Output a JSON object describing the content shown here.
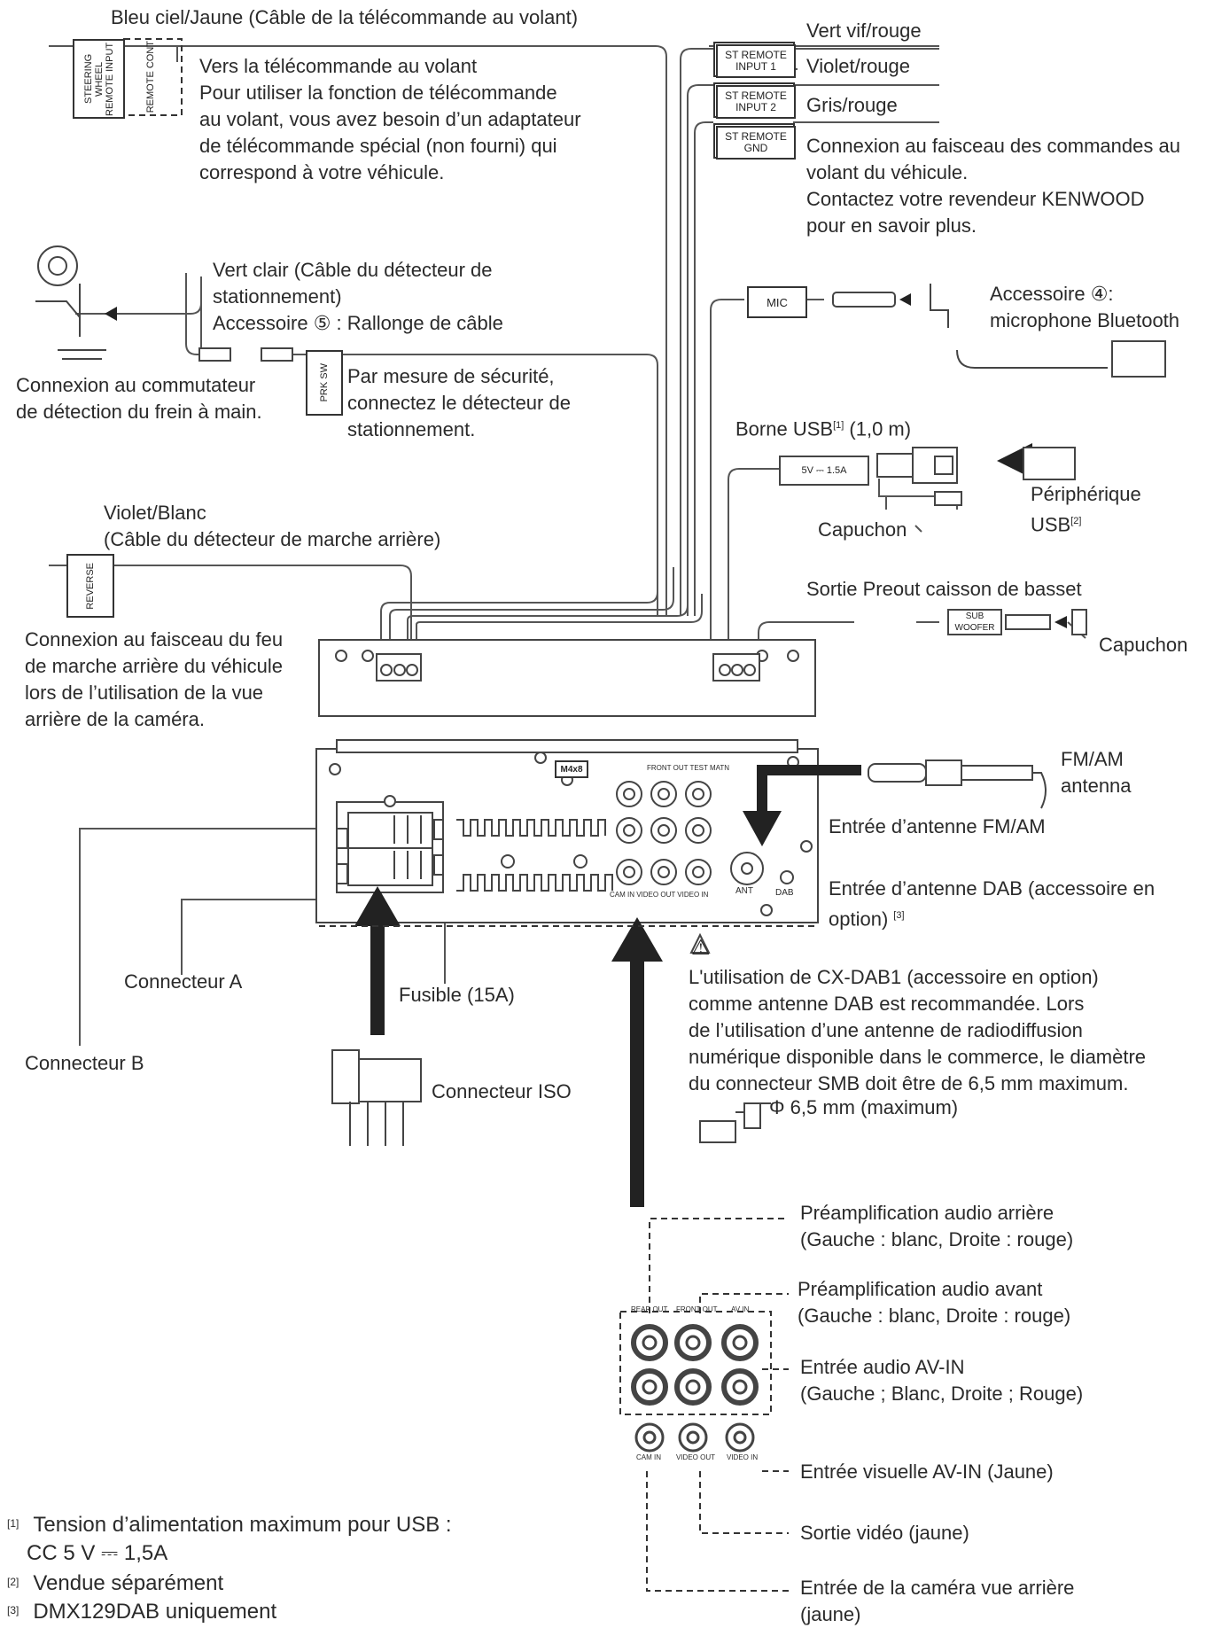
{
  "labels": {
    "steering_top": "Bleu ciel/Jaune (Câble de la télécommande au volant)",
    "steering_desc": [
      "Vers la télécommande au volant",
      "Pour utiliser la fonction de télécommande",
      "au volant, vous avez besoin d’un adaptateur",
      "de télécommande spécial (non fourni) qui",
      "correspond à votre véhicule."
    ],
    "steering_box": "STEERING WHEEL REMOTE INPUT",
    "remote_cont_box": "REMOTE CONT",
    "st_remote_1": "ST REMOTE INPUT 1",
    "st_remote_2": "ST REMOTE INPUT 2",
    "st_remote_gnd": "ST REMOTE GND",
    "color_1": "Vert vif/rouge",
    "color_2": "Violet/rouge",
    "color_3": "Gris/rouge",
    "harness_desc": [
      "Connexion au faisceau des commandes au",
      "volant du véhicule.",
      "Contactez votre revendeur KENWOOD",
      "pour en savoir plus."
    ],
    "parking_top": [
      "Vert clair (Câble du détecteur de",
      "stationnement)",
      "Accessoire ⑤ : Rallonge de câble"
    ],
    "prk_sw_box": "PRK SW",
    "parking_safety": [
      "Par mesure de sécurité,",
      "connectez le détecteur de",
      "stationnement."
    ],
    "brake_desc": [
      "Connexion au commutateur",
      "de détection du frein à main."
    ],
    "mic_box": "MIC",
    "mic_desc": [
      "Accessoire ④:",
      "microphone Bluetooth"
    ],
    "usb_label": "Borne USB",
    "usb_sup": "[1]",
    "usb_len": " (1,0 m)",
    "usb_box": "5V ⎓ 1.5A",
    "usb_device": [
      "Périphérique",
      "USB"
    ],
    "usb_device_sup": "[2]",
    "cap_1": "Capuchon",
    "reverse_top": [
      "Violet/Blanc",
      "(Câble du détecteur de marche arrière)"
    ],
    "reverse_box": "REVERSE",
    "reverse_desc": [
      "Connexion au faisceau du feu",
      "de marche arrière du véhicule",
      "lors de l’utilisation de la vue",
      "arrière de la caméra."
    ],
    "sub_label": "Sortie Preout caisson de basset",
    "sub_box": "SUB WOOFER",
    "cap_2": "Capuchon",
    "m4x8": "M4x8",
    "front_out_label": "FRONT OUT TEST MATN",
    "rca_bottom_labels": "CAM IN VIDEO OUT VIDEO IN",
    "ant_small": "ANT",
    "dab_small": "DAB",
    "fm_antenna": [
      "FM/AM",
      "antenna"
    ],
    "fm_input": "Entrée d’antenne FM/AM",
    "dab_input": [
      "Entrée d’antenne DAB (accessoire en",
      "option)"
    ],
    "dab_sup": "[3]",
    "connector_a": "Connecteur A",
    "connector_b": "Connecteur B",
    "fuse": "Fusible (15A)",
    "iso": "Connecteur ISO",
    "dab_note": [
      "L'utilisation de CX-DAB1 (accessoire en option)",
      "comme antenne DAB est recommandée. Lors",
      "de l’utilisation d’une antenne de radiodiffusion",
      "numérique disponible dans le commerce, le diamètre",
      "du connecteur SMB doit être de 6,5 mm maximum."
    ],
    "dab_diameter": "Φ 6,5 mm (maximum)",
    "rear_preamp": [
      "Préamplification audio arrière",
      "(Gauche : blanc, Droite : rouge)"
    ],
    "front_preamp": [
      "Préamplification audio avant",
      "(Gauche : blanc, Droite : rouge)"
    ],
    "av_in": [
      "Entrée audio AV-IN",
      "(Gauche ; Blanc, Droite ; Rouge)"
    ],
    "av_video": "Entrée visuelle AV-IN (Jaune)",
    "video_out": "Sortie vidéo (jaune)",
    "cam_in": [
      "Entrée de la caméra vue arrière",
      "(jaune)"
    ],
    "rca_top_labels": [
      "REAR OUT",
      "FRONT OUT",
      "AV IN"
    ],
    "rca_low_labels": [
      "CAM IN",
      "VIDEO OUT",
      "VIDEO IN"
    ]
  },
  "footnotes": [
    {
      "mark": "[1]",
      "lines": [
        "Tension d’alimentation maximum pour USB :",
        "CC 5 V ⎓ 1,5A"
      ]
    },
    {
      "mark": "[2]",
      "lines": [
        "Vendue séparément"
      ]
    },
    {
      "mark": "[3]",
      "lines": [
        "DMX129DAB uniquement"
      ]
    }
  ]
}
